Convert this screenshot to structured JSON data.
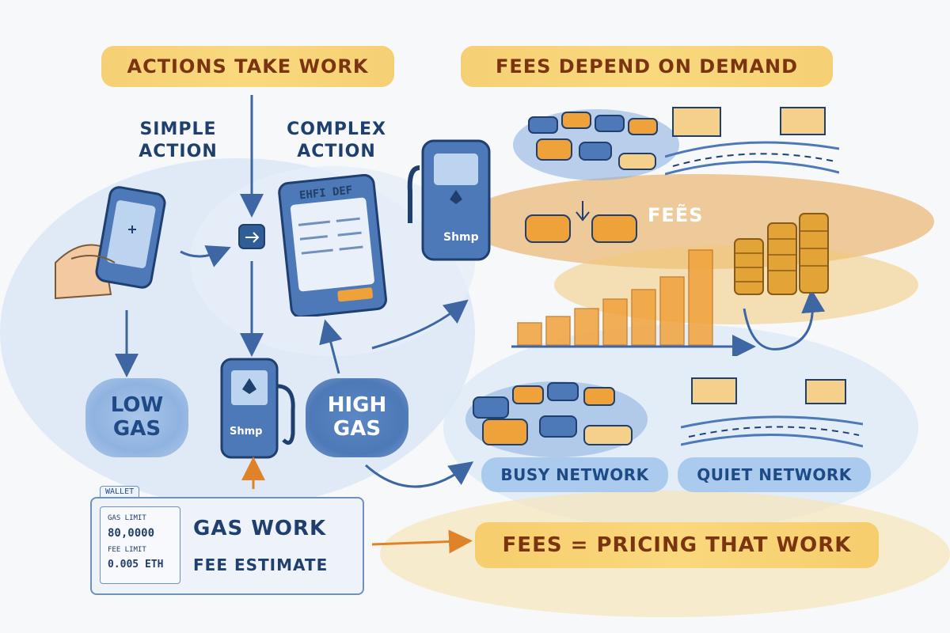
{
  "left": {
    "banner": "ACTIONS TAKE WORK",
    "simple_action": [
      "SIMPLE",
      "ACTION"
    ],
    "complex_action": [
      "COMPLEX",
      "ACTION"
    ],
    "device_screen_text": "EHFI DEF",
    "pump_label": "Shmp",
    "low_gas": [
      "LOW",
      "GAS"
    ],
    "high_gas": [
      "HIGH",
      "GAS"
    ]
  },
  "wallet": {
    "tab": "WALLET",
    "gas_limit_label": "GAS LIMIT",
    "gas_limit_value": "80,0000",
    "fee_limit_label": "FEE LIMIT",
    "fee_value": "0.005 ETH",
    "gas_work": "GAS WORK",
    "fee_estimate": "FEE ESTIMATE"
  },
  "right": {
    "banner": "FEES DEPEND ON DEMAND",
    "pump_label": "Shmp",
    "fees_text": "FEẼS",
    "busy_network": "BUSY NETWORK",
    "quiet_network": "QUIET NETWORK",
    "bottom_banner": "FEES = PRICING THAT WORK"
  },
  "colors": {
    "ink_blue": "#1f3f6e",
    "wash_blue": "#a9c6ea",
    "wash_orange": "#e7a34a",
    "banner_yellow": "#f6c85c",
    "title_brown": "#7a3410",
    "car_orange": "#f0a23a",
    "car_blue": "#4d79b8",
    "coin_gold": "#e3a437"
  }
}
